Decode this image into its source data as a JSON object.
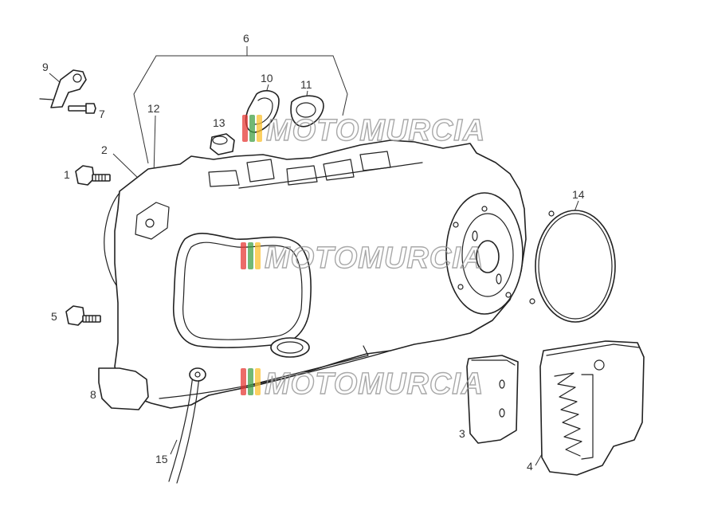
{
  "watermark": {
    "text": "MOTOMURCIA",
    "stripe_colors": [
      "#e53935",
      "#43a047",
      "#fbc02d"
    ],
    "outline_color": "#9a9a9a"
  },
  "callouts": [
    {
      "id": "1",
      "label": "1"
    },
    {
      "id": "2",
      "label": "2"
    },
    {
      "id": "3",
      "label": "3"
    },
    {
      "id": "4",
      "label": "4"
    },
    {
      "id": "5",
      "label": "5"
    },
    {
      "id": "6",
      "label": "6"
    },
    {
      "id": "7",
      "label": "7"
    },
    {
      "id": "8",
      "label": "8"
    },
    {
      "id": "9",
      "label": "9"
    },
    {
      "id": "10",
      "label": "10"
    },
    {
      "id": "11",
      "label": "11"
    },
    {
      "id": "12",
      "label": "12"
    },
    {
      "id": "13",
      "label": "13"
    },
    {
      "id": "14",
      "label": "14"
    },
    {
      "id": "15",
      "label": "15"
    }
  ]
}
